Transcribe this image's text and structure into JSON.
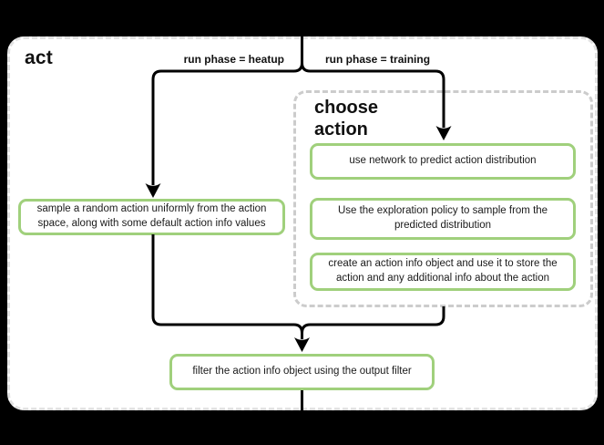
{
  "diagram": {
    "title": "act",
    "branches": {
      "heatup_label": "run phase = heatup",
      "training_label": "run phase = training"
    },
    "heatup_step": "sample a random action uniformly from the action space, along with some default action info values",
    "choose_action_group": {
      "title": "choose action",
      "steps": [
        "use network to predict action distribution",
        "Use the exploration policy to sample from the predicted distribution",
        "create an action info object and use it to store the action and any additional info about the action"
      ]
    },
    "final_step": "filter the action info object using the output filter",
    "colors": {
      "background": "#000000",
      "canvas_fill": "#ffffff",
      "canvas_dash_border": "#e2e2e2",
      "group_dash_border": "#cccccc",
      "node_border_green": "#a0d07c",
      "connector_black": "#000000"
    }
  }
}
